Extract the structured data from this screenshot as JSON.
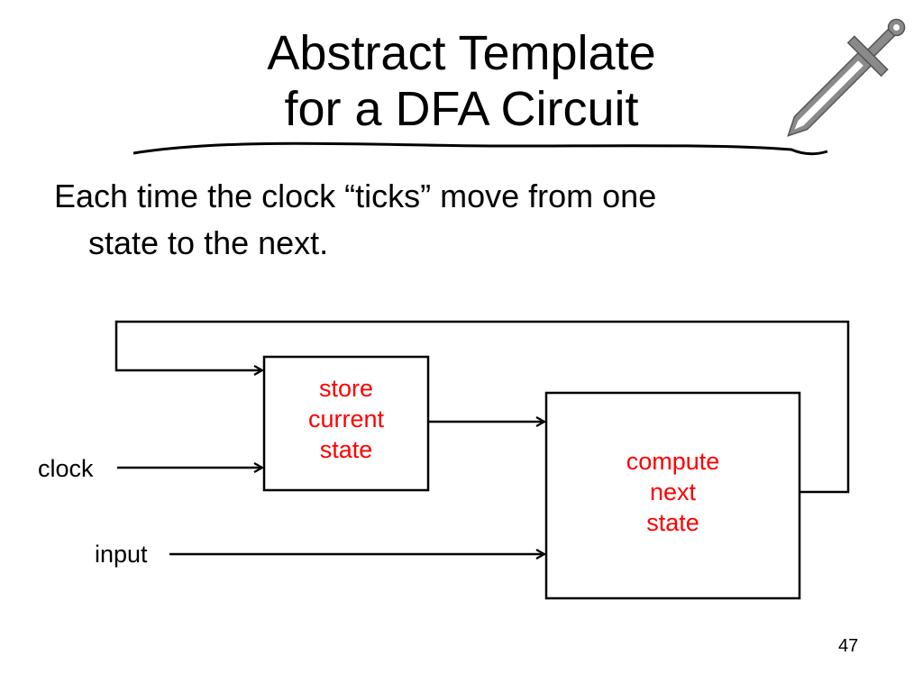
{
  "slide": {
    "title_line1": "Abstract Template",
    "title_line2": "for a DFA Circuit",
    "bullet_line1": "Each time the clock “ticks” move from one",
    "bullet_line2": "state to the next.",
    "page_number": "47",
    "decoration_icon": "sword-icon"
  },
  "diagram": {
    "store_box": {
      "line1": "store",
      "line2": "current",
      "line3": "state"
    },
    "compute_box": {
      "line1": "compute",
      "line2": "next",
      "line3": "state"
    },
    "clock_label": "clock",
    "input_label": "input",
    "label_color": "#ff0000",
    "line_color": "#000000"
  }
}
